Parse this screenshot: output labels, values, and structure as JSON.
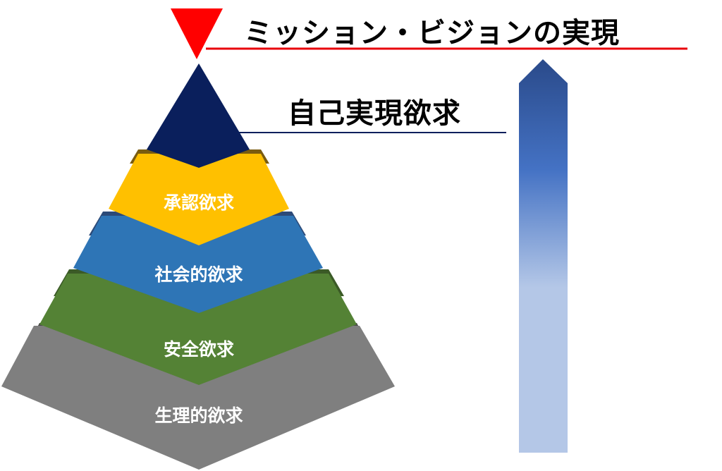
{
  "goal": {
    "label": "ミッション・ビジョンの実現",
    "marker_color": "#ff0000",
    "line_color": "#e8000b"
  },
  "pyramid": {
    "apex": {
      "label": "自己実現欲求",
      "color": "#0a1f5c",
      "line_color": "#0a1f5c"
    },
    "layers": [
      {
        "label": "承認欲求",
        "color": "#ffc000",
        "shadow": "#7a5c10"
      },
      {
        "label": "社会的欲求",
        "color": "#2e75b6",
        "shadow": "#2c4a78"
      },
      {
        "label": "安全欲求",
        "color": "#548235",
        "shadow": "#3b5a27"
      },
      {
        "label": "生理的欲求",
        "color": "#7f7f7f",
        "shadow": "#4a4a4a"
      }
    ]
  },
  "arrow": {
    "gradient": [
      "#2a4a8a",
      "#4472c4",
      "#b4c7e7"
    ]
  }
}
